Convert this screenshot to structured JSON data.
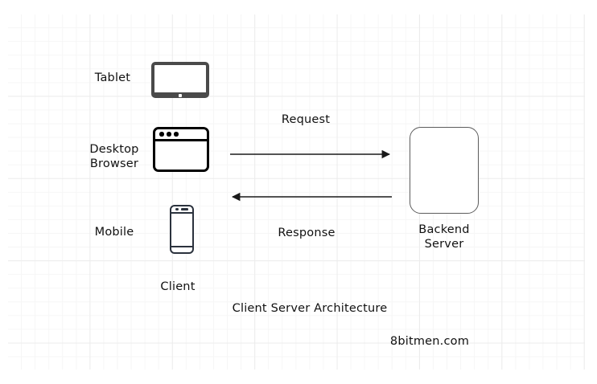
{
  "diagram": {
    "title_caption": "Client Server Architecture",
    "watermark": "8bitmen.com",
    "group_label": "Client",
    "background": {
      "style": "graph-paper-grid",
      "paper_color": "#ffffff",
      "minor_grid_color": "#f6f6f6",
      "major_grid_color": "#ececec"
    },
    "nodes": [
      {
        "id": "tablet",
        "label": "Tablet",
        "icon": "tablet-icon",
        "stroke_color": "#4a4a4a"
      },
      {
        "id": "desktop-browser",
        "label": "Desktop\nBrowser",
        "label_line1": "Desktop",
        "label_line2": "Browser",
        "icon": "browser-window-icon",
        "stroke_color": "#000000"
      },
      {
        "id": "mobile",
        "label": "Mobile",
        "icon": "mobile-phone-icon",
        "stroke_color": "#2b323d"
      },
      {
        "id": "backend-server",
        "label": "Backend\nServer",
        "label_line1": "Backend",
        "label_line2": "Server",
        "icon": "rounded-rectangle-node",
        "stroke_color": "#5c5c5c"
      }
    ],
    "edges": [
      {
        "id": "request",
        "label": "Request",
        "direction": "client-to-server",
        "arrowhead": "end",
        "stroke_color": "#1a1a1a"
      },
      {
        "id": "response",
        "label": "Response",
        "direction": "server-to-client",
        "arrowhead": "start",
        "stroke_color": "#1a1a1a"
      }
    ]
  }
}
